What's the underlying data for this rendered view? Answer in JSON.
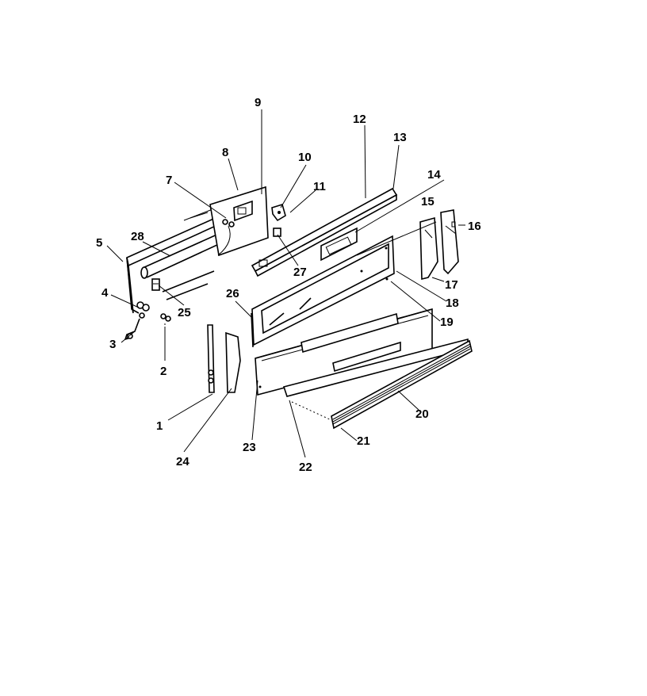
{
  "diagram": {
    "callouts": [
      {
        "id": "c1",
        "label": "1"
      },
      {
        "id": "c2",
        "label": "2"
      },
      {
        "id": "c3",
        "label": "3"
      },
      {
        "id": "c4",
        "label": "4"
      },
      {
        "id": "c5",
        "label": "5"
      },
      {
        "id": "c7",
        "label": "7"
      },
      {
        "id": "c8",
        "label": "8"
      },
      {
        "id": "c9",
        "label": "9"
      },
      {
        "id": "c10",
        "label": "10"
      },
      {
        "id": "c11",
        "label": "11"
      },
      {
        "id": "c12",
        "label": "12"
      },
      {
        "id": "c13",
        "label": "13"
      },
      {
        "id": "c14",
        "label": "14"
      },
      {
        "id": "c15",
        "label": "15"
      },
      {
        "id": "c16",
        "label": "16"
      },
      {
        "id": "c17",
        "label": "17"
      },
      {
        "id": "c18",
        "label": "18"
      },
      {
        "id": "c19",
        "label": "19"
      },
      {
        "id": "c20",
        "label": "20"
      },
      {
        "id": "c21",
        "label": "21"
      },
      {
        "id": "c22",
        "label": "22"
      },
      {
        "id": "c23",
        "label": "23"
      },
      {
        "id": "c24",
        "label": "24"
      },
      {
        "id": "c25",
        "label": "25"
      },
      {
        "id": "c26",
        "label": "26"
      },
      {
        "id": "c27",
        "label": "27"
      },
      {
        "id": "c28",
        "label": "28"
      }
    ]
  }
}
